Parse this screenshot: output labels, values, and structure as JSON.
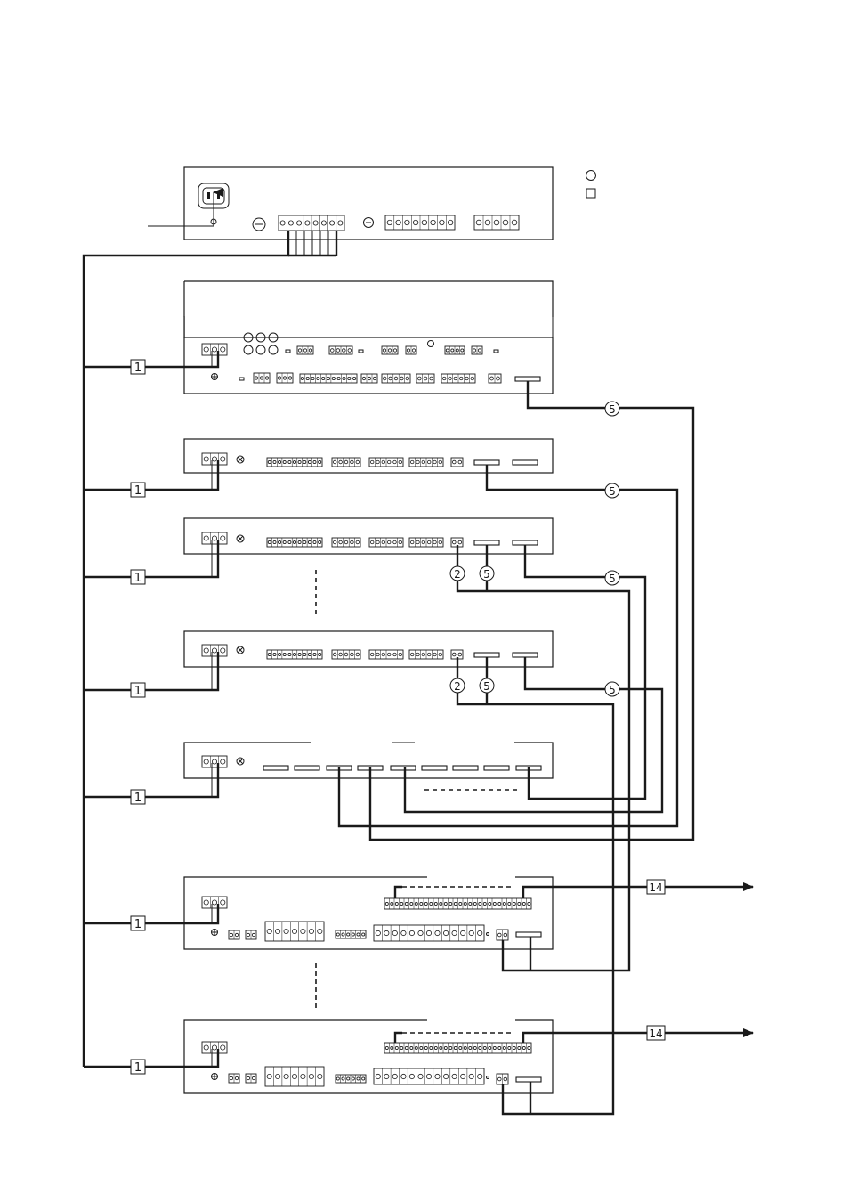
{
  "labels": {
    "one": "1",
    "two": "2",
    "five": "5",
    "fourteen": "14"
  },
  "legend": {
    "circle_text": "",
    "square_text": ""
  }
}
